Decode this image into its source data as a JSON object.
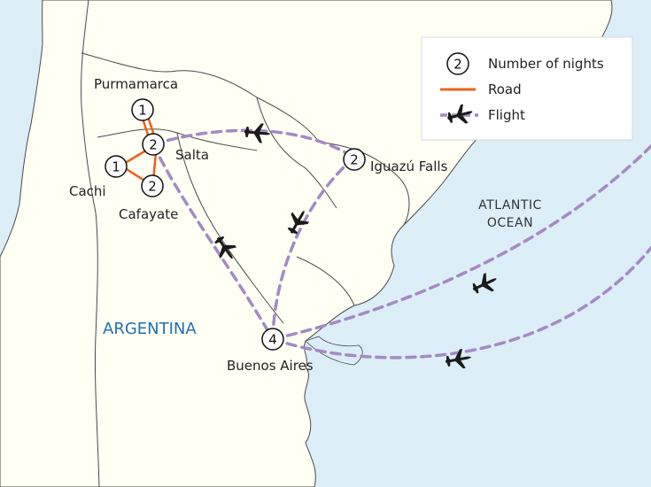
{
  "colors": {
    "sea": "#dceef8",
    "land": "#fffff4",
    "border": "#4a4a4a",
    "road": "#e8651f",
    "flight": "#a48ac4",
    "plane": "#1a1a1a",
    "country_label": "#1f6fb2"
  },
  "legend": {
    "nights_marker": "2",
    "nights_label": "Number of nights",
    "road_label": "Road",
    "flight_label": "Flight"
  },
  "stops": [
    {
      "id": "purmamarca",
      "name": "Purmamarca",
      "nights": "1"
    },
    {
      "id": "salta",
      "name": "Salta",
      "nights": "2"
    },
    {
      "id": "cachi",
      "name": "Cachi",
      "nights": "1"
    },
    {
      "id": "cafayate",
      "name": "Cafayate",
      "nights": "2"
    },
    {
      "id": "iguazu",
      "name": "Iguazú Falls",
      "nights": "2"
    },
    {
      "id": "buenos-aires",
      "name": "Buenos Aires",
      "nights": "4"
    }
  ],
  "labels": {
    "country": "ARGENTINA",
    "ocean_line1": "ATLANTIC",
    "ocean_line2": "OCEAN"
  },
  "icons": {
    "plane": "plane-icon"
  }
}
